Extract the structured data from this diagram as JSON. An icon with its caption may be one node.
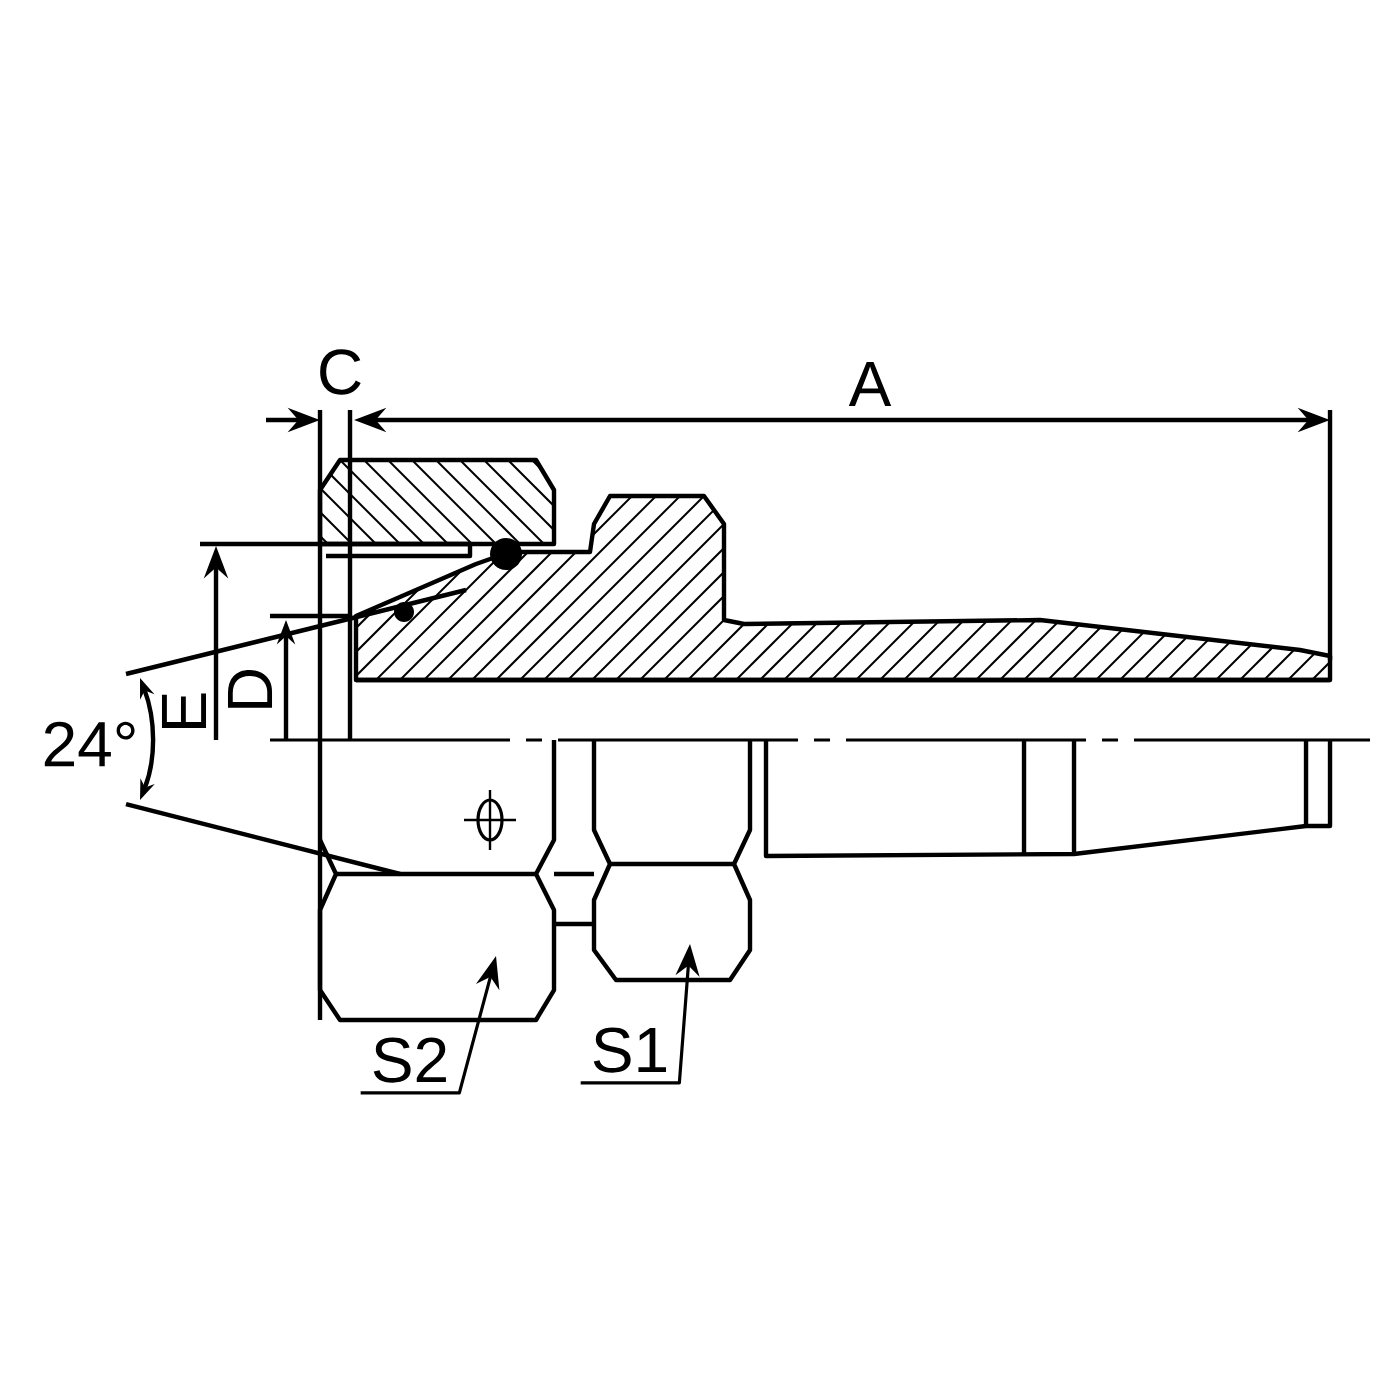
{
  "diagram": {
    "nodes": [
      {
        "text": [
          "S2"
        ]
      },
      {
        "text": [
          "S1"
        ]
      }
    ],
    "edges": [
      {
        "from": 0,
        "to": null,
        "arrow": "to"
      },
      {
        "from": 1,
        "to": null,
        "arrow": "to"
      }
    ],
    "labels": [
      "C",
      "A",
      "24°",
      "E",
      "D"
    ]
  }
}
